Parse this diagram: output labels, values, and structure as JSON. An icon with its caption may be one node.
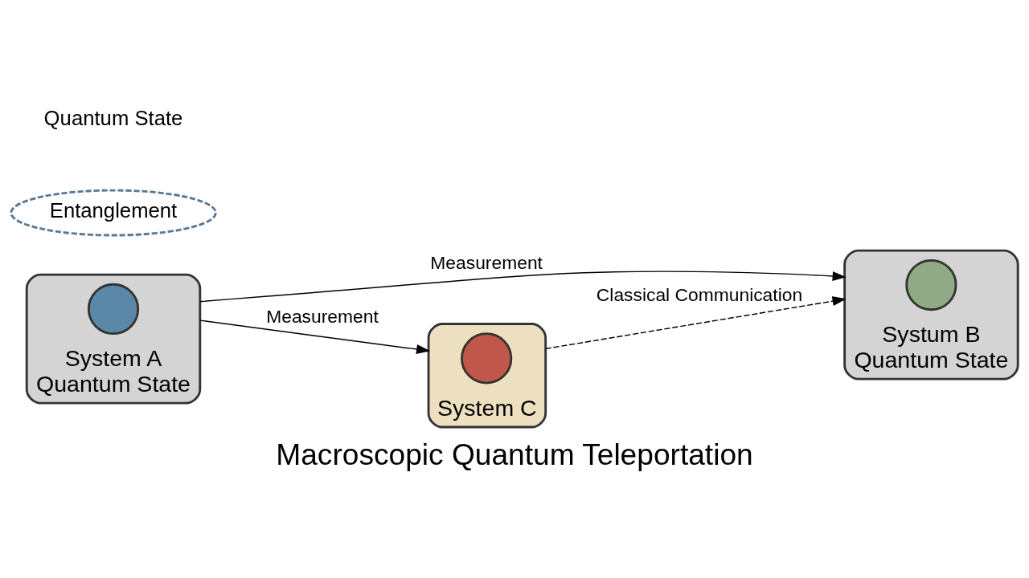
{
  "diagram": {
    "title": "Macroscopic Quantum Teleportation",
    "nodes": [
      {
        "text": [
          "System A",
          "Quantum State"
        ]
      },
      {
        "text": [],
        "shape": "circle",
        "in": 0
      },
      {
        "text": [
          "Entanglement"
        ]
      },
      {
        "text": [
          "Systum B",
          "Quantum State"
        ]
      },
      {
        "text": [],
        "shape": "circle",
        "in": 3
      },
      {
        "text": [
          "System C"
        ]
      },
      {
        "text": [],
        "shape": "circle",
        "in": 5
      }
    ],
    "edges": [
      {
        "from": 0,
        "to": 3,
        "arrow": "to",
        "label": "Measurement"
      },
      {
        "from": 0,
        "to": 5,
        "arrow": "to",
        "label": "Measurement"
      },
      {
        "from": 5,
        "to": 3,
        "arrow": "to",
        "label": "Classical Communication",
        "style": "dashed"
      }
    ],
    "labels": [
      "Quantum State"
    ]
  }
}
